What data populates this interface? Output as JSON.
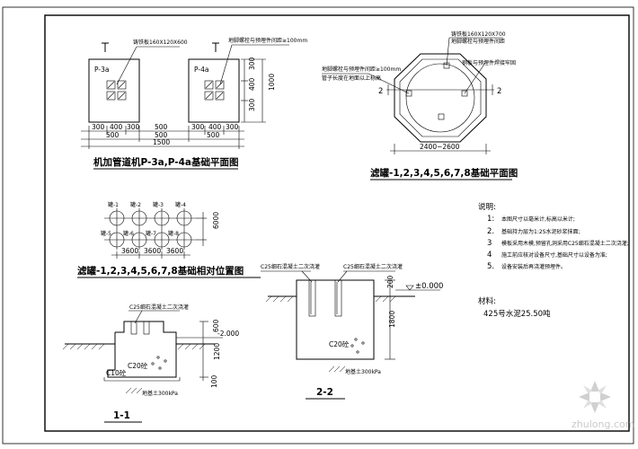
{
  "plan_p3a": {
    "label_left": "P-3a",
    "label_right": "P-4a",
    "callout_left": "铸铁板160X120X600",
    "callout_right": "地脚螺栓与预埋件间距≥100mm",
    "dim_top_1": "300",
    "dim_top_2": "400",
    "dim_top_3": "300",
    "dim_top_4": "500",
    "dim_top_5": "300",
    "dim_top_6": "400",
    "dim_top_7": "300",
    "dim_bot_1": "500",
    "dim_bot_2": "500",
    "dim_bot_3": "500",
    "dim_total": "1500",
    "dim_right_1": "300",
    "dim_right_2": "400",
    "dim_right_3": "300",
    "dim_right_total": "1000",
    "title": "机加管道机P-3a,P-4a基础平面图"
  },
  "plan_octagon": {
    "callout_top": "铸铁板160X120X700",
    "callout_top_sub": "地脚螺栓与预埋件间距",
    "callout_left": "地脚螺栓与预埋件间距≥100mm",
    "callout_left_sub": "管子长度在地面以上标高",
    "callout_mid": "钢板与预埋件焊接牢固",
    "section_mark_left": "2",
    "section_mark_right": "2",
    "dim_width": "2400~2600",
    "title": "滤罐-1,2,3,4,5,6,7,8基础平面图"
  },
  "layout_plan": {
    "tanks_top": [
      "罐-1",
      "罐-2",
      "罐-3",
      "罐-4"
    ],
    "tanks_bottom": [
      "罐-5",
      "罐-6",
      "罐-7",
      "罐-8"
    ],
    "dim_1": "3600",
    "dim_2": "3600",
    "dim_3": "3600",
    "dim_v": "6000",
    "title": "滤罐-1,2,3,4,5,6,7,8基础相对位置图"
  },
  "notes": {
    "heading": "说明:",
    "items": [
      {
        "no": "1:",
        "text": "本图尺寸以毫米计,标高以米计;"
      },
      {
        "no": "2.",
        "text": "基础持力层为1:2S水泥砂浆抹面;"
      },
      {
        "no": "3",
        "text": "模板采用木模,预留孔洞采用C25细石混凝土二次浇灌;"
      },
      {
        "no": "4",
        "text": "施工前应核对设备尺寸,基础尺寸以设备为准;"
      },
      {
        "no": "5.",
        "text": "设备安装后再浇灌预埋件。"
      }
    ],
    "material_heading": "材料:",
    "material_value": "425号水泥25.50吨"
  },
  "section_11": {
    "grout_label": "C25细石混凝土二次浇灌",
    "dim_v1": "600",
    "dim_v2": "1200",
    "dim_v3": "100",
    "level_label": "-2.000",
    "concrete_label": "C20砼",
    "bedding_label": "C10砼",
    "soil_label": "地基土300kPa",
    "title": "1-1"
  },
  "section_22": {
    "grout_left": "C25细石混凝土二次浇灌",
    "grout_right": "C25细石混凝土二次浇灌",
    "level_label": "±0.000",
    "dim_v1": "200",
    "dim_v2": "1800",
    "concrete_label": "C20砼",
    "soil_label": "地基土300kPa",
    "title": "2-2"
  },
  "watermark": "zhulong.com"
}
